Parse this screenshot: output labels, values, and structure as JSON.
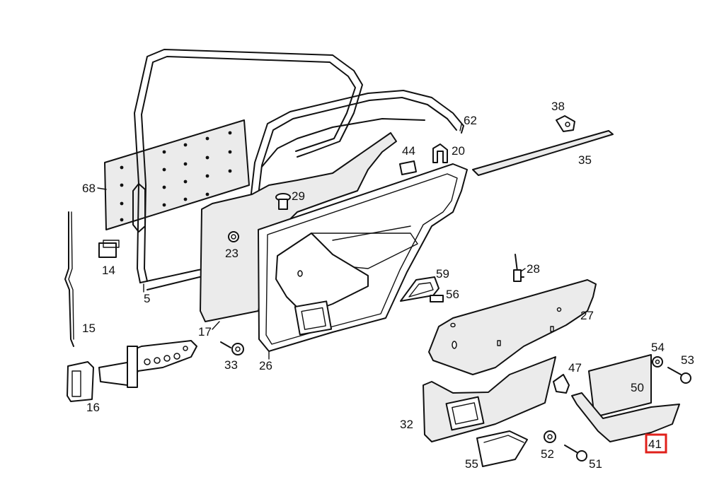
{
  "highlight_color": "#e0201b",
  "highlighted_part": "41",
  "parts": {
    "p5": "5",
    "p14": "14",
    "p15": "15",
    "p16": "16",
    "p17": "17",
    "p20": "20",
    "p23": "23",
    "p26": "26",
    "p27": "27",
    "p28": "28",
    "p29": "29",
    "p32": "32",
    "p33": "33",
    "p35": "35",
    "p38": "38",
    "p41": "41",
    "p44": "44",
    "p47": "47",
    "p50": "50",
    "p51": "51",
    "p52": "52",
    "p53": "53",
    "p54": "54",
    "p55": "55",
    "p56": "56",
    "p59": "59",
    "p62": "62",
    "p68": "68"
  }
}
